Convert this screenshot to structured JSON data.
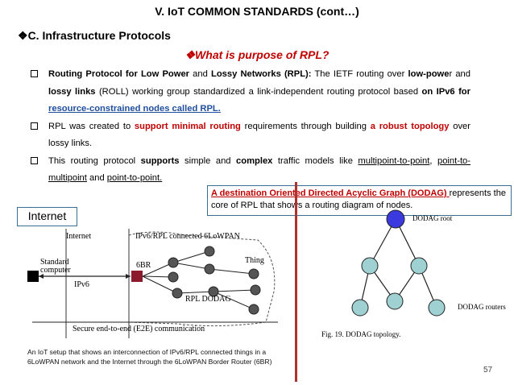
{
  "slide": {
    "title": "V. IoT COMMON STANDARDS (cont…)",
    "section": "C. Infrastructure Protocols",
    "question": "What is purpose of RPL?",
    "bullets": [
      {
        "parts": [
          {
            "t": "Routing Protocol for Low Power",
            "s": "b"
          },
          {
            "t": " and ",
            "s": ""
          },
          {
            "t": "Lossy Networks (RPL):",
            "s": "b"
          },
          {
            "t": " The IETF routing over ",
            "s": ""
          },
          {
            "t": "low-powe",
            "s": "b"
          },
          {
            "t": "r and ",
            "s": ""
          },
          {
            "t": "lossy links",
            "s": "b"
          },
          {
            "t": " (ROLL) working group standardized a link-independent routing protocol based ",
            "s": ""
          },
          {
            "t": "on IPv6 for",
            "s": "b"
          },
          {
            "t": " ",
            "s": ""
          },
          {
            "t": "resource-constrained nodes called RPL.",
            "s": "blue-ul"
          }
        ]
      },
      {
        "parts": [
          {
            "t": "RPL was created to ",
            "s": ""
          },
          {
            "t": "support minimal routing",
            "s": "red-b"
          },
          {
            "t": " requirements through building ",
            "s": ""
          },
          {
            "t": "a robust topology",
            "s": "red-b"
          },
          {
            "t": " over lossy links.",
            "s": ""
          }
        ]
      },
      {
        "parts": [
          {
            "t": "This routing protocol ",
            "s": ""
          },
          {
            "t": "supports",
            "s": "b"
          },
          {
            "t": " simple and ",
            "s": ""
          },
          {
            "t": "complex",
            "s": "b"
          },
          {
            "t": " traffic models like ",
            "s": ""
          },
          {
            "t": "multipoint-to-point",
            "s": "ul"
          },
          {
            "t": ",  ",
            "s": ""
          },
          {
            "t": "point-to-multipoint",
            "s": "ul"
          },
          {
            "t": " and ",
            "s": ""
          },
          {
            "t": "point-to-point.",
            "s": "ul"
          }
        ]
      }
    ],
    "callout_link": "A destination Oriented Directed Acyclic Graph (DODAG) ",
    "callout_rest": "represents the core of RPL that shows a routing diagram of nodes.",
    "internet_label": "Internet",
    "caption": "An IoT setup that shows an interconnection of IPv6/RPL connected things in a 6LoWPAN network and the Internet through the 6LoWPAN Border Router (6BR)",
    "page_number": "57"
  },
  "left_figure": {
    "internet": "Internet",
    "connected": "IPv6/RPL connected 6LoWPAN",
    "standard": "Standard",
    "computer": "computer",
    "ipv6": "IPv6",
    "sixbr": "6BR",
    "thing": "Thing",
    "dodag": "RPL DODAG",
    "e2e": "Secure end-to-end (E2E) communication"
  },
  "right_figure": {
    "root": "DODAG root",
    "routers": "DODAG routers",
    "fig": "Fig. 19.  DODAG topology."
  },
  "colors": {
    "accent_red": "#c00000",
    "link_blue": "#1f4e9e",
    "box_border": "#3b6f8f",
    "node_teal": "#9fd0d2",
    "root_blue": "#3a3adf",
    "br_red": "#8b1a2c"
  }
}
